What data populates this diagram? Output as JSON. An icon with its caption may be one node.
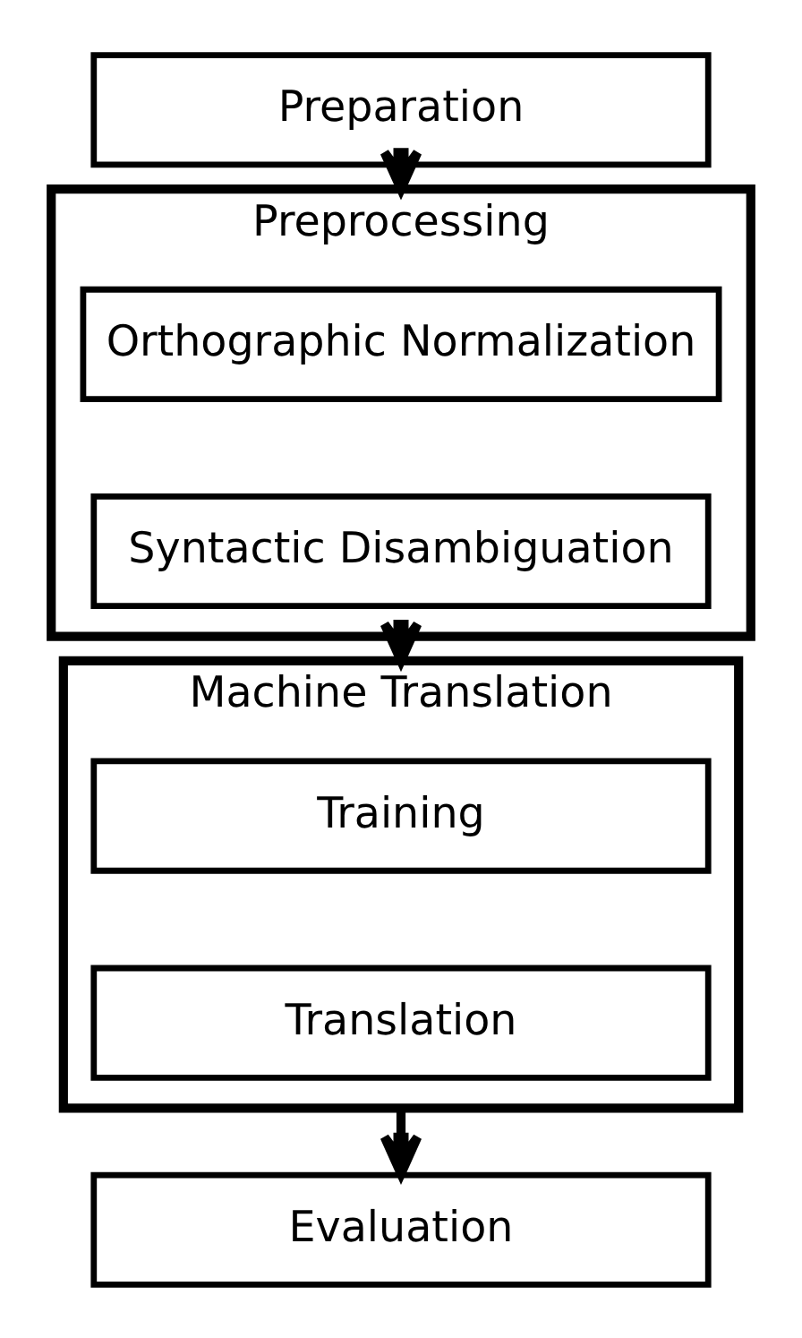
{
  "diagram": {
    "nodes": [
      {
        "text": [
          "Preparation"
        ]
      },
      {
        "text": [
          "Preprocessing"
        ]
      },
      {
        "text": [
          "Orthographic Normalization"
        ],
        "in": 1
      },
      {
        "text": [
          "Syntactic Disambiguation"
        ],
        "in": 1
      },
      {
        "text": [
          "Machine Translation"
        ]
      },
      {
        "text": [
          "Training"
        ],
        "in": 4
      },
      {
        "text": [
          "Translation"
        ],
        "in": 4
      },
      {
        "text": [
          "Evaluation"
        ]
      }
    ],
    "edges": [
      {
        "from": 0,
        "to": 1,
        "arrow": "to"
      },
      {
        "from": 1,
        "to": 4,
        "arrow": "to"
      },
      {
        "from": 4,
        "to": 7,
        "arrow": "to"
      }
    ]
  }
}
